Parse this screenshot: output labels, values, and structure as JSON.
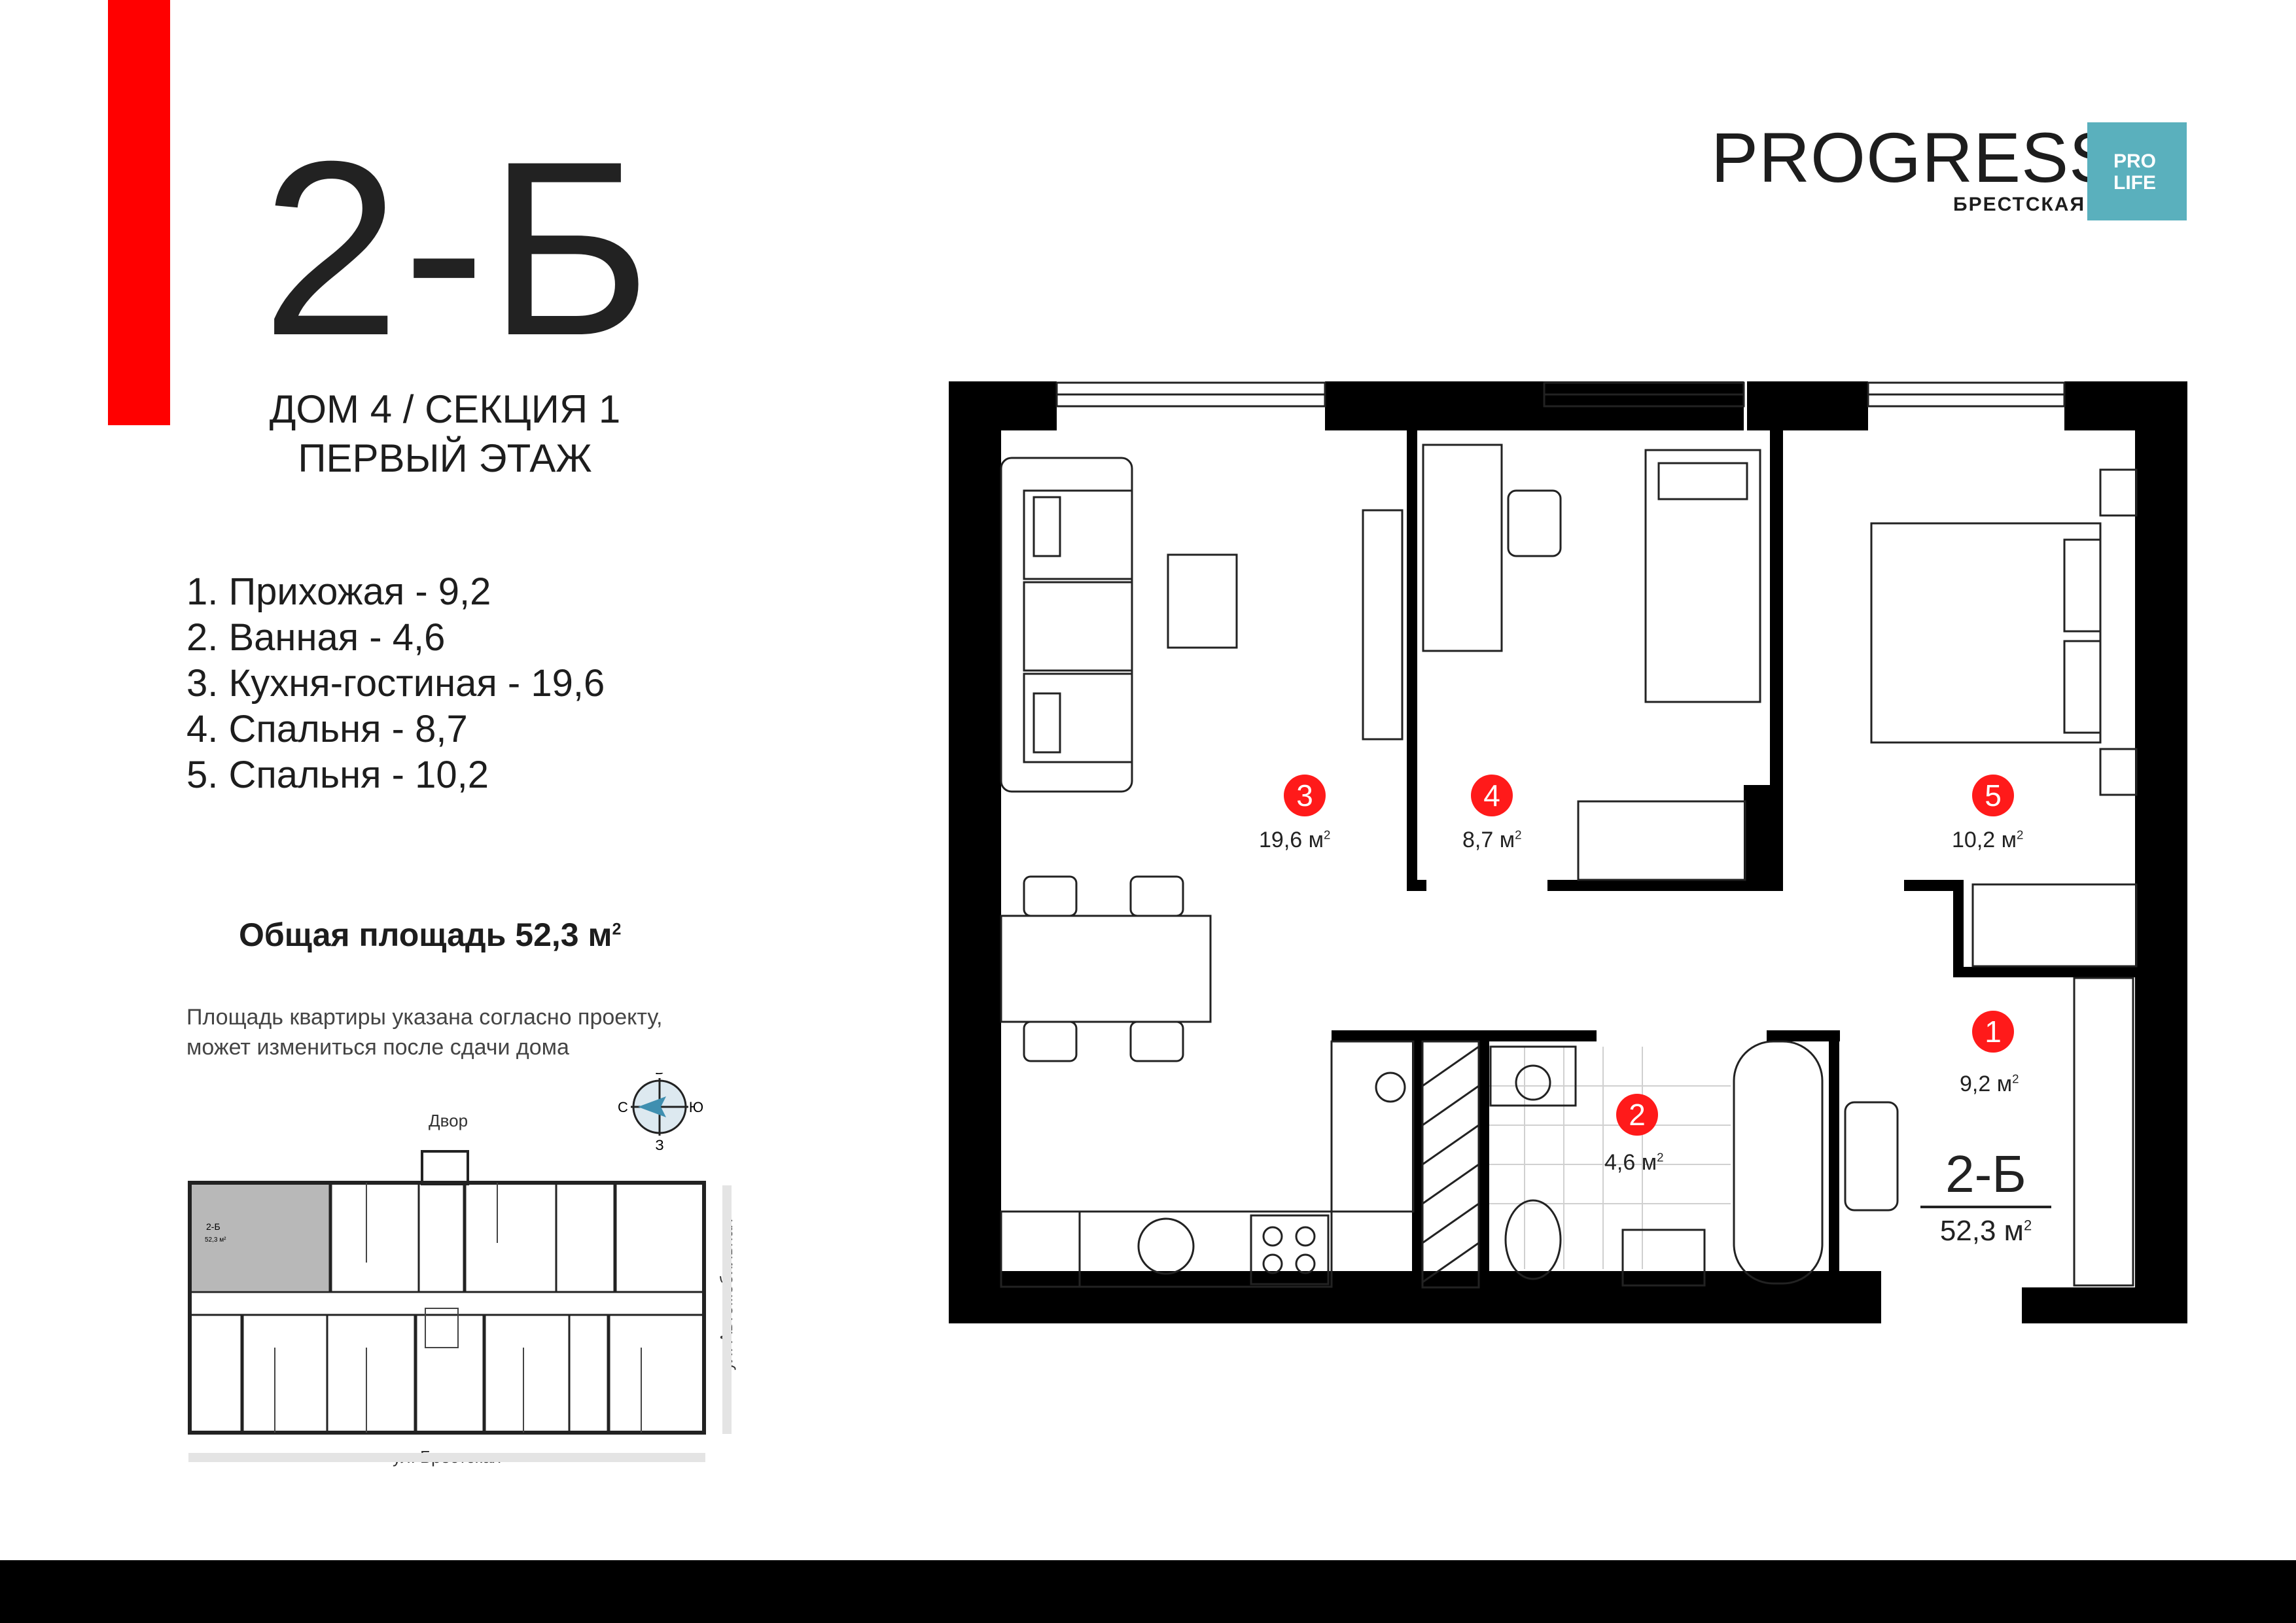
{
  "apartment": {
    "code": "2-Б",
    "building": "ДОМ 4 / СЕКЦИЯ 1",
    "floor": "ПЕРВЫЙ ЭТАЖ"
  },
  "rooms_list": [
    "1. Прихожая - 9,2",
    "2. Ванная - 4,6",
    "3. Кухня-гостиная - 19,6",
    "4. Спальня - 8,7",
    "5. Спальня - 10,2"
  ],
  "total": {
    "label": "Общая площадь 52,3 м",
    "sup": "2"
  },
  "note": {
    "line1": "Площадь квартиры указана согласно проекту,",
    "line2": "может измениться после сдачи дома"
  },
  "site_plan": {
    "yard": "Двор",
    "street_bottom": "ул. Брестская",
    "street_right": "ул. Автомобильная",
    "unit_code": "2-Б",
    "unit_area": "52,3 м²",
    "compass": {
      "n": "В",
      "e": "Ю",
      "s": "З",
      "w": "С"
    }
  },
  "logo": {
    "word": "PROGRESS",
    "sub": "БРЕСТСКАЯ",
    "box_line1": "PRO",
    "box_line2": "LIFE",
    "box_color": "#5ab0bd"
  },
  "plan_labels": [
    {
      "num": "1",
      "area": "9,2 м",
      "sup": "2"
    },
    {
      "num": "2",
      "area": "4,6 м",
      "sup": "2"
    },
    {
      "num": "3",
      "area": "19,6 м",
      "sup": "2"
    },
    {
      "num": "4",
      "area": "8,7 м",
      "sup": "2"
    },
    {
      "num": "5",
      "area": "10,2 м",
      "sup": "2"
    }
  ],
  "plan_stamp": {
    "code": "2-Б",
    "area": "52,3 м",
    "sup": "2"
  },
  "colors": {
    "accent_red": "#ff0000",
    "badge_red": "#ff1a1a",
    "wall": "#000000",
    "site_highlight": "#b8b8b8"
  }
}
